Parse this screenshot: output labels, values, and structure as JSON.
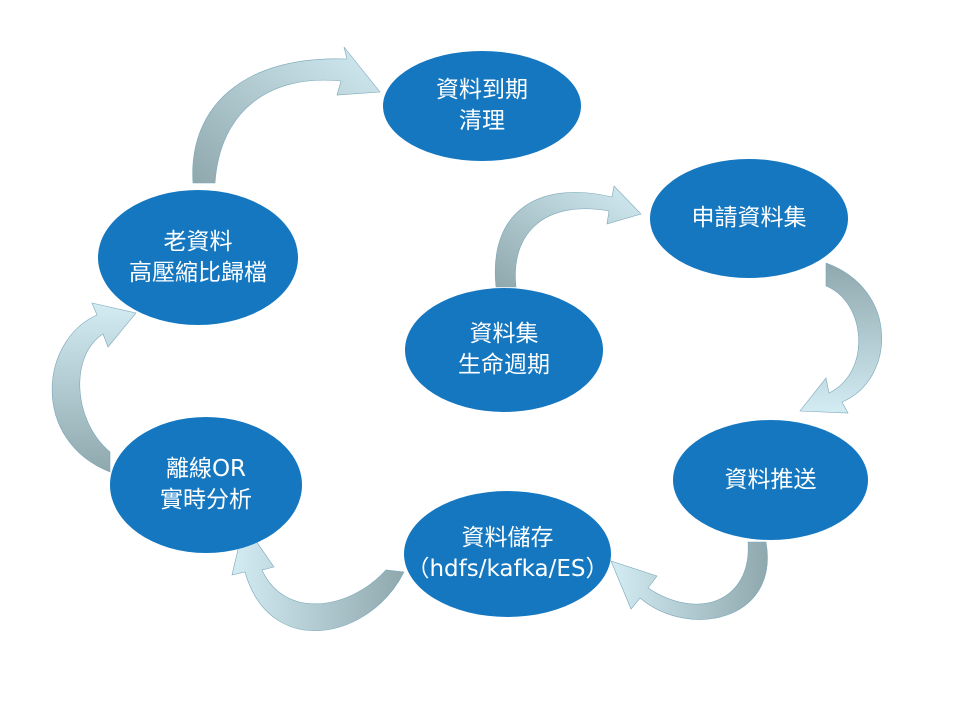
{
  "diagram": {
    "nodes": {
      "expiry": {
        "lines": [
          "資料到期",
          "清理"
        ]
      },
      "apply": {
        "lines": [
          "申請資料集"
        ]
      },
      "center": {
        "lines": [
          "資料集",
          "生命週期"
        ]
      },
      "archive": {
        "lines": [
          "老資料",
          "高壓縮比歸檔"
        ]
      },
      "analysis": {
        "lines": [
          "離線OR",
          "實時分析"
        ]
      },
      "storage": {
        "lines": [
          "資料儲存",
          "（hdfs/kafka/ES）"
        ]
      },
      "push": {
        "lines": [
          "資料推送"
        ]
      }
    },
    "colors": {
      "node_fill": "#1477c0",
      "node_text": "#ffffff",
      "arrow_dark": "#8fa8ae",
      "arrow_light": "#d3ecf3"
    }
  }
}
